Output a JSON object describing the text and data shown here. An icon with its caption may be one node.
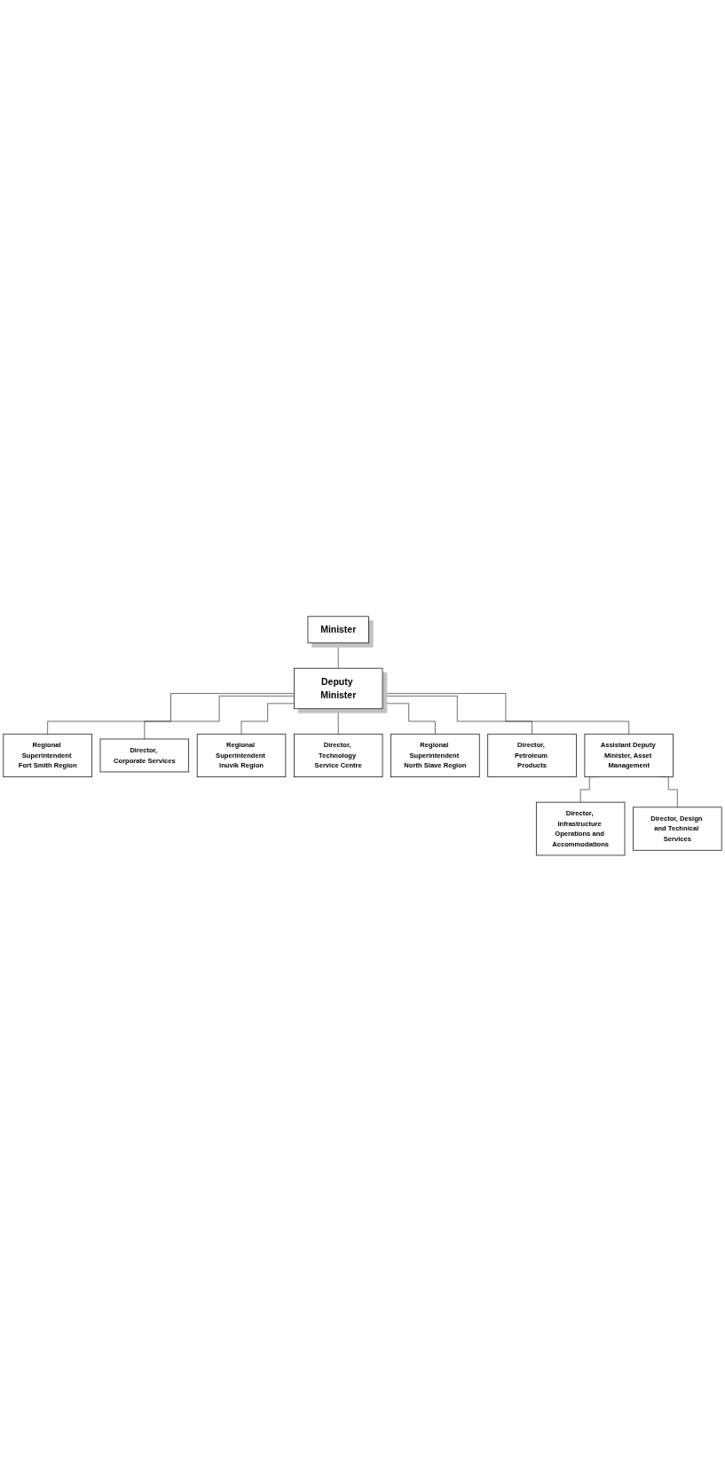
{
  "diagram": {
    "nodes": [
      {
        "text": [
          "Minister"
        ]
      },
      {
        "text": [
          "Deputy Minister"
        ]
      },
      {
        "text": [
          "Regional Superintendent Fort Smith Region"
        ]
      },
      {
        "text": [
          "Director, Corporate Services"
        ]
      },
      {
        "text": [
          "Regional Superintendent Inuvik Region"
        ]
      },
      {
        "text": [
          "Director, Technology Service Centre"
        ]
      },
      {
        "text": [
          "Regional Superintendent North Slave Region"
        ]
      },
      {
        "text": [
          "Director, Petroleum Products"
        ]
      },
      {
        "text": [
          "Assistant Deputy Minister, Asset Management"
        ]
      },
      {
        "text": [
          "Director, Infrastructure Operations and Accommodations"
        ]
      },
      {
        "text": [
          "Director, Design and Technical Services"
        ]
      }
    ],
    "edges": [
      {
        "from": 0,
        "to": 1,
        "arrow": "none"
      },
      {
        "from": 1,
        "to": 2,
        "arrow": "none"
      },
      {
        "from": 1,
        "to": 3,
        "arrow": "none"
      },
      {
        "from": 1,
        "to": 4,
        "arrow": "none"
      },
      {
        "from": 1,
        "to": 5,
        "arrow": "none"
      },
      {
        "from": 1,
        "to": 6,
        "arrow": "none"
      },
      {
        "from": 1,
        "to": 7,
        "arrow": "none"
      },
      {
        "from": 1,
        "to": 8,
        "arrow": "none"
      },
      {
        "from": 8,
        "to": 9,
        "arrow": "none"
      },
      {
        "from": 8,
        "to": 10,
        "arrow": "none"
      }
    ]
  }
}
